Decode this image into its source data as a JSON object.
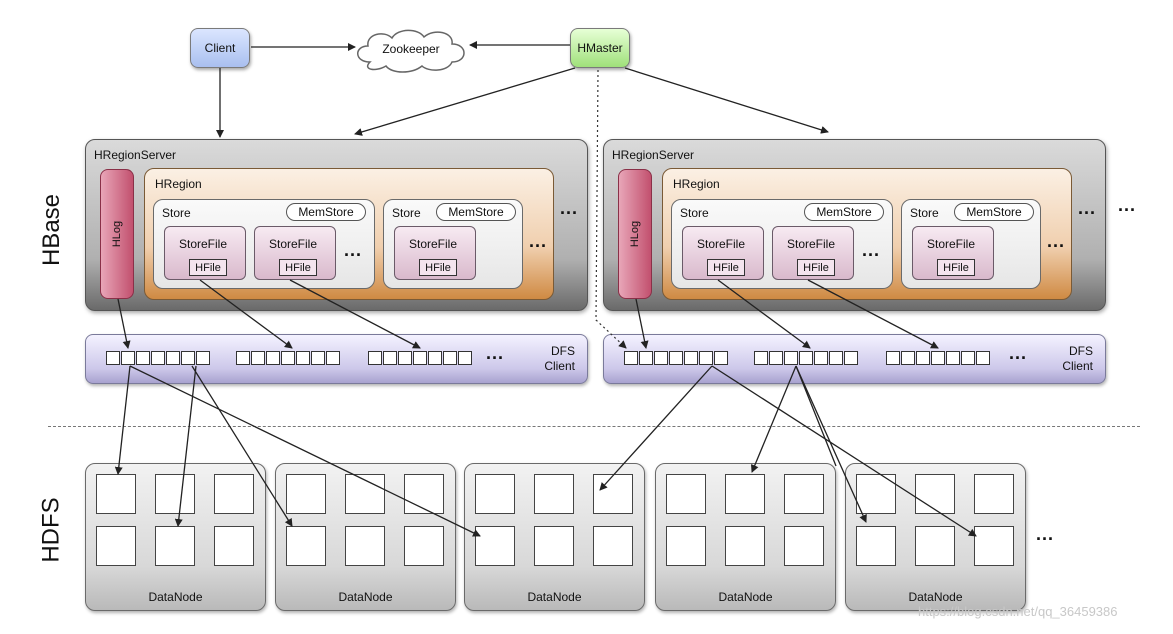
{
  "top": {
    "client": "Client",
    "zookeeper": "Zookeeper",
    "hmaster": "HMaster"
  },
  "layers": {
    "hbase": "HBase",
    "hdfs": "HDFS"
  },
  "region_servers": [
    {
      "title": "HRegionServer",
      "hlog": "HLog",
      "hregion": "HRegion",
      "stores": [
        {
          "label": "Store",
          "memstore": "MemStore",
          "storefiles": [
            "StoreFile",
            "StoreFile"
          ],
          "hfile": "HFile",
          "more": "..."
        },
        {
          "label": "Store",
          "memstore": "MemStore",
          "storefiles": [
            "StoreFile"
          ],
          "hfile": "HFile"
        }
      ],
      "more_stores": "...",
      "more_regions": "...",
      "dfs": {
        "line1": "DFS",
        "line2": "Client",
        "more": "..."
      }
    },
    {
      "title": "HRegionServer",
      "hlog": "HLog",
      "hregion": "HRegion",
      "stores": [
        {
          "label": "Store",
          "memstore": "MemStore",
          "storefiles": [
            "StoreFile",
            "StoreFile"
          ],
          "hfile": "HFile",
          "more": "..."
        },
        {
          "label": "Store",
          "memstore": "MemStore",
          "storefiles": [
            "StoreFile"
          ],
          "hfile": "HFile"
        }
      ],
      "more_stores": "...",
      "more_regions": "...",
      "dfs": {
        "line1": "DFS",
        "line2": "Client",
        "more": "..."
      }
    }
  ],
  "more_servers": "...",
  "datanodes": [
    "DataNode",
    "DataNode",
    "DataNode",
    "DataNode",
    "DataNode"
  ],
  "more_datanodes": "...",
  "watermark": "https://blog.csdn.net/qq_36459386"
}
